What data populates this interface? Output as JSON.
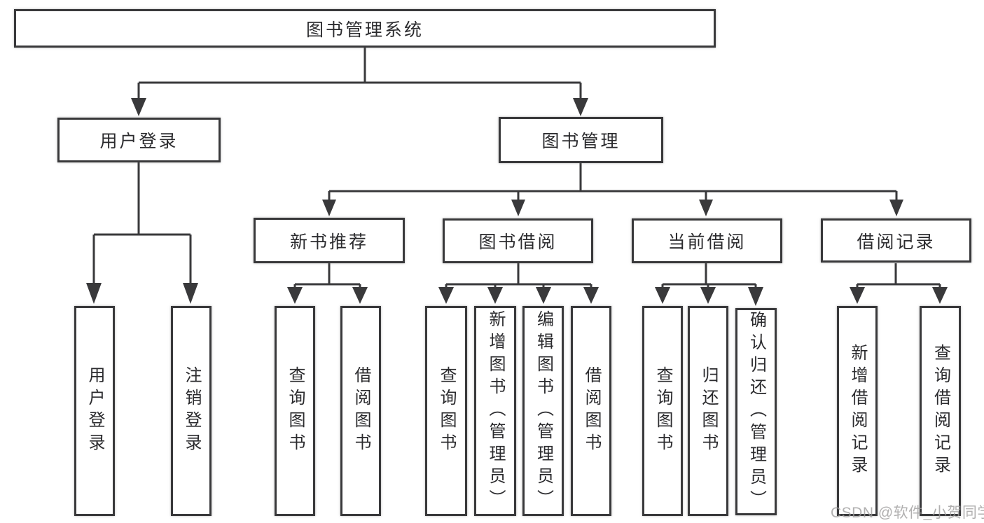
{
  "diagram": {
    "title": "图书管理系统",
    "branches": [
      {
        "label": "用户登录",
        "children": [
          {
            "label": "用户登录"
          },
          {
            "label": "注销登录"
          }
        ]
      },
      {
        "label": "图书管理",
        "children": [
          {
            "label": "新书推荐",
            "children": [
              {
                "label": "查询图书"
              },
              {
                "label": "借阅图书"
              }
            ]
          },
          {
            "label": "图书借阅",
            "children": [
              {
                "label": "查询图书"
              },
              {
                "label": "新增图书（管理员）"
              },
              {
                "label": "编辑图书（管理员）"
              },
              {
                "label": "借阅图书"
              }
            ]
          },
          {
            "label": "当前借阅",
            "children": [
              {
                "label": "查询图书"
              },
              {
                "label": "归还图书"
              },
              {
                "label": "确认归还（管理员）"
              }
            ]
          },
          {
            "label": "借阅记录",
            "children": [
              {
                "label": "新增借阅记录"
              },
              {
                "label": "查询借阅记录"
              }
            ]
          }
        ]
      }
    ]
  },
  "colors": {
    "line": "#39393b",
    "text": "#2b2b2e",
    "watermark": "#9e9c9c"
  },
  "watermark": {
    "text": "CSDN @软件_小贺同学"
  }
}
